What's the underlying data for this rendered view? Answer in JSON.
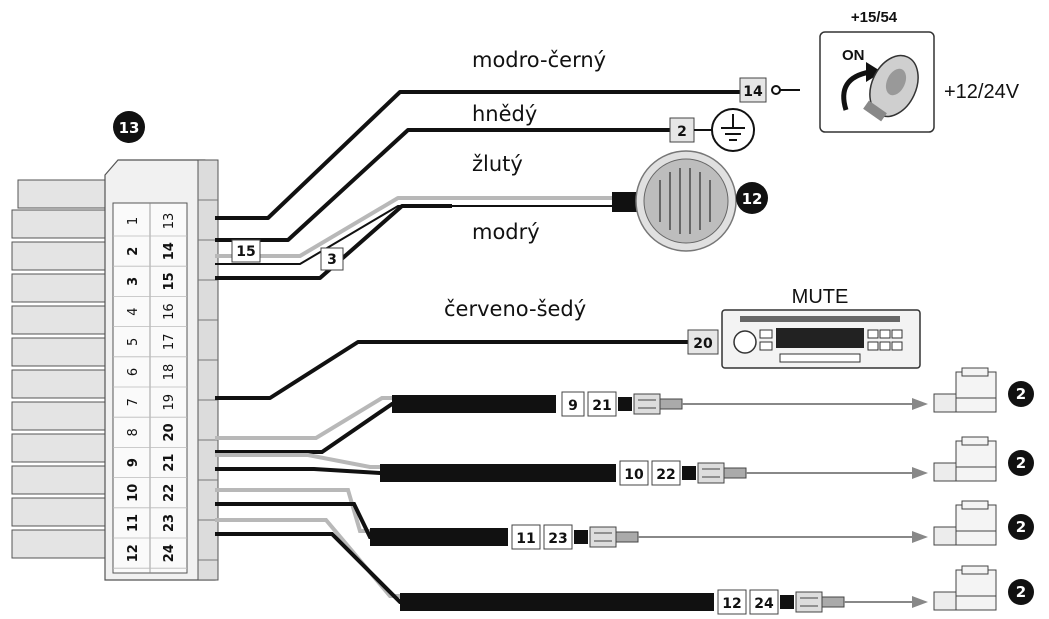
{
  "connector": {
    "id": "13",
    "pins_left": [
      "1",
      "2",
      "3",
      "4",
      "5",
      "6",
      "7",
      "8",
      "9",
      "10",
      "11",
      "12"
    ],
    "pins_right": [
      "13",
      "14",
      "15",
      "16",
      "17",
      "18",
      "19",
      "20",
      "21",
      "22",
      "23",
      "24"
    ]
  },
  "wires": {
    "blue_black": "modro-černý",
    "brown": "hnědý",
    "yellow": "žlutý",
    "blue": "modrý",
    "red_grey": "červeno-šedý"
  },
  "tags": {
    "t14": "14",
    "t2": "2",
    "t15": "15",
    "t3": "3",
    "t20": "20",
    "p1a": "9",
    "p1b": "21",
    "p2a": "10",
    "p2b": "22",
    "p3a": "11",
    "p3b": "23",
    "p4a": "12",
    "p4b": "24"
  },
  "ignition": {
    "terminal": "+15/54",
    "on": "ON",
    "voltage": "+12/24V"
  },
  "buzzer": {
    "id": "12"
  },
  "radio": {
    "label": "MUTE"
  },
  "sensor_ref": "2",
  "colors": {
    "black_wire": "#111111",
    "grey_wire": "#b8b8b8",
    "arrow": "#888888"
  }
}
